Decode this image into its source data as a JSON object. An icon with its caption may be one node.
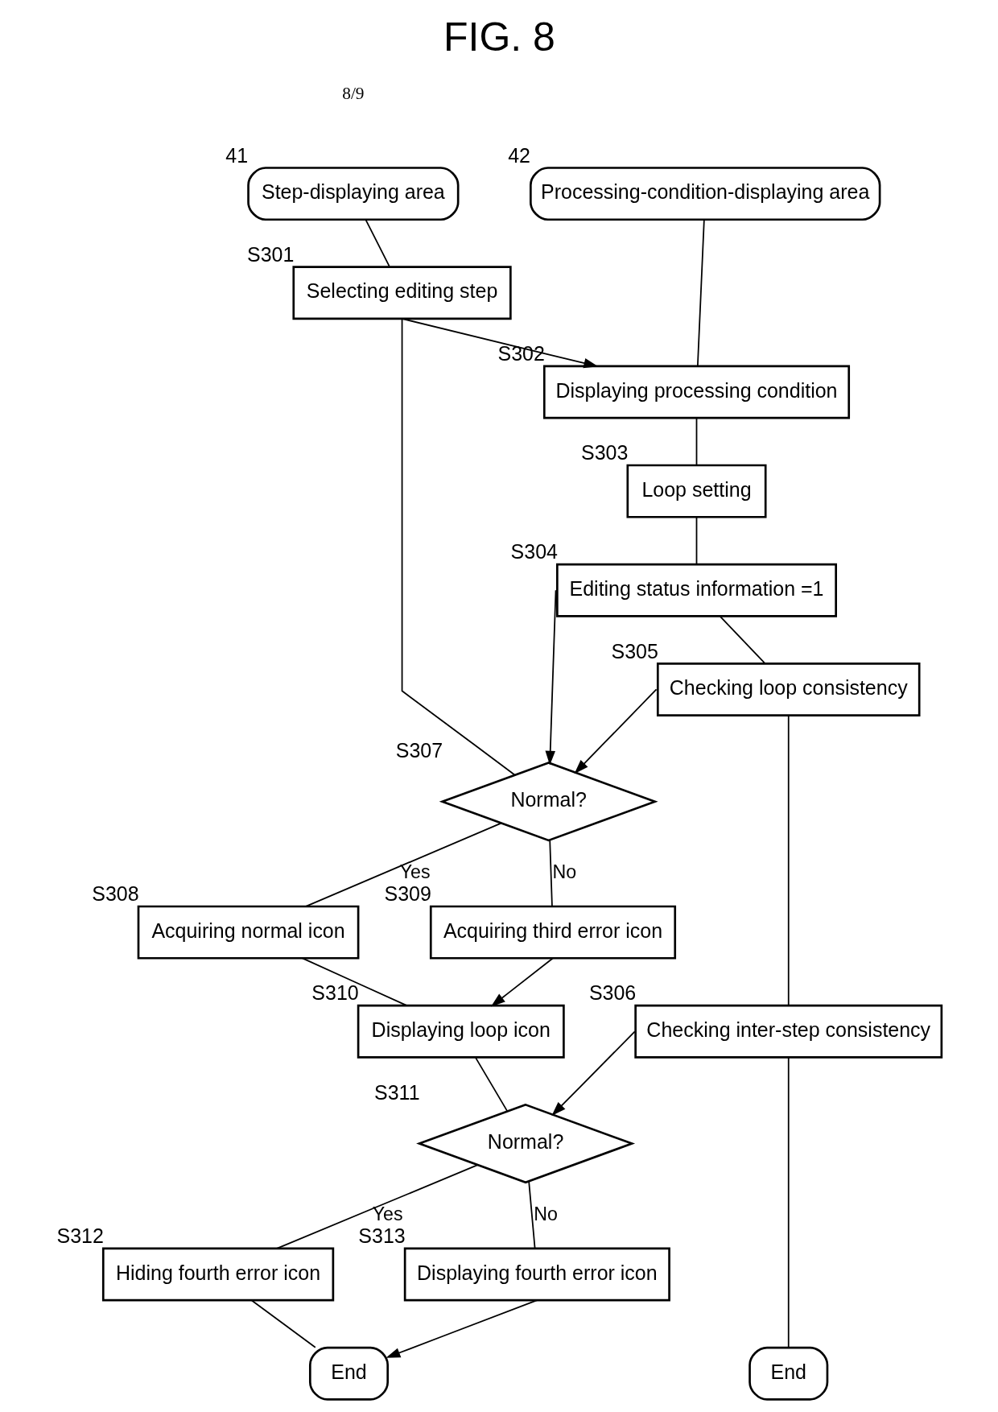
{
  "diagram": {
    "title": "FIG. 8",
    "nodes": [
      {
        "text": [
          "Step-displaying area"
        ],
        "beside": [
          "41"
        ]
      },
      {
        "text": [
          "Processing-condition-displaying area"
        ],
        "beside": [
          "42"
        ]
      },
      {
        "text": [
          "Selecting editing step"
        ],
        "beside": [
          "S301"
        ]
      },
      {
        "text": [
          "Displaying processing condition"
        ],
        "beside": [
          "S302"
        ]
      },
      {
        "text": [
          "Loop setting"
        ],
        "beside": [
          "S303"
        ]
      },
      {
        "text": [
          "Editing status information =1"
        ],
        "beside": [
          "S304"
        ]
      },
      {
        "text": [
          "Checking loop consistency"
        ],
        "beside": [
          "S305"
        ]
      },
      {
        "text": [
          "Normal?"
        ],
        "beside": [
          "S307"
        ]
      },
      {
        "text": [
          "Acquiring normal icon"
        ],
        "beside": [
          "S308"
        ]
      },
      {
        "text": [
          "Acquiring third error icon"
        ],
        "beside": [
          "S309"
        ]
      },
      {
        "text": [
          "Displaying loop icon"
        ],
        "beside": [
          "S310"
        ]
      },
      {
        "text": [
          "Checking inter-step consistency"
        ],
        "beside": [
          "S306"
        ]
      },
      {
        "text": [
          "Normal?"
        ],
        "beside": [
          "S311"
        ]
      },
      {
        "text": [
          "Hiding fourth error icon"
        ],
        "beside": [
          "S312"
        ]
      },
      {
        "text": [
          "Displaying fourth error icon"
        ],
        "beside": [
          "S313"
        ]
      },
      {
        "text": [
          "End"
        ]
      },
      {
        "text": [
          "End"
        ]
      }
    ],
    "edges": [
      {
        "from": 0,
        "to": 2,
        "arrow": "none"
      },
      {
        "from": 2,
        "to": 3,
        "arrow": "to"
      },
      {
        "from": 1,
        "to": 3,
        "arrow": "none"
      },
      {
        "from": 3,
        "to": 4,
        "arrow": "none"
      },
      {
        "from": 4,
        "to": 5,
        "arrow": "none"
      },
      {
        "from": 5,
        "to": 7,
        "arrow": "to"
      },
      {
        "from": 5,
        "to": 6,
        "arrow": "none"
      },
      {
        "from": 6,
        "to": 7,
        "arrow": "to"
      },
      {
        "from": 2,
        "to": 7,
        "arrow": "none"
      },
      {
        "from": 7,
        "to": 8,
        "arrow": "none",
        "label": "Yes"
      },
      {
        "from": 7,
        "to": 9,
        "arrow": "none",
        "label": "No"
      },
      {
        "from": 8,
        "to": 10,
        "arrow": "none"
      },
      {
        "from": 9,
        "to": 10,
        "arrow": "to"
      },
      {
        "from": 6,
        "to": 11,
        "arrow": "none"
      },
      {
        "from": 10,
        "to": 12,
        "arrow": "none"
      },
      {
        "from": 11,
        "to": 12,
        "arrow": "to"
      },
      {
        "from": 12,
        "to": 13,
        "arrow": "none",
        "label": "Yes"
      },
      {
        "from": 12,
        "to": 14,
        "arrow": "none",
        "label": "No"
      },
      {
        "from": 13,
        "to": 15,
        "arrow": "none"
      },
      {
        "from": 14,
        "to": 15,
        "arrow": "to"
      },
      {
        "from": 11,
        "to": 16,
        "arrow": "none"
      }
    ],
    "labels": [
      "8/9"
    ]
  }
}
